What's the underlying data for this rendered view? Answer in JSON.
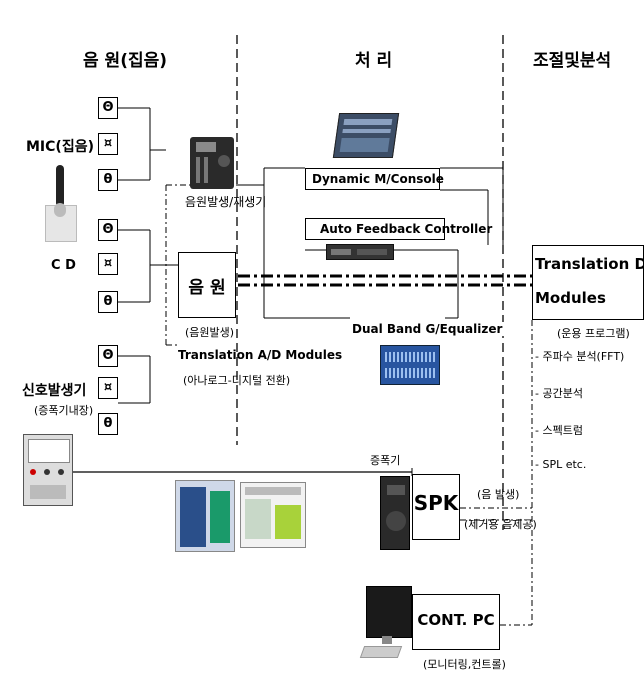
{
  "columns": {
    "source": "음 원(집음)",
    "process": "처 리",
    "control": "조절및분석"
  },
  "sources": {
    "mic": "MIC(집음)",
    "cd": "C D",
    "signal_gen": "신호발생기",
    "signal_gen_note": "(증폭기내장)",
    "symbols": [
      "Θ",
      "¤",
      "θ"
    ]
  },
  "middle": {
    "playback": "음원발생/재생기",
    "source_box": "음 원",
    "source_note": "(음원발생)",
    "ad_modules": "Translation A/D Modules",
    "ad_note": "(아나로그-디지털 전환)",
    "console": "Dynamic M/Console",
    "feedback": "Auto Feedback Controller",
    "equalizer": "Dual Band G/Equalizer",
    "amp": "증폭기"
  },
  "right": {
    "da_line1": "Translation D/A",
    "da_line2": "Modules",
    "app": "(운용 프로그램)",
    "items": [
      "- 주파수 분석(FFT)",
      "- 공간분석",
      "- 스펙트럼",
      "- SPL etc."
    ]
  },
  "outputs": {
    "spk": "SPK",
    "spk_note1": "(음 발생)",
    "spk_note2": "(제거용 음제공)",
    "pc": "CONT. PC",
    "pc_note": "(모니터링,컨트롤)"
  }
}
